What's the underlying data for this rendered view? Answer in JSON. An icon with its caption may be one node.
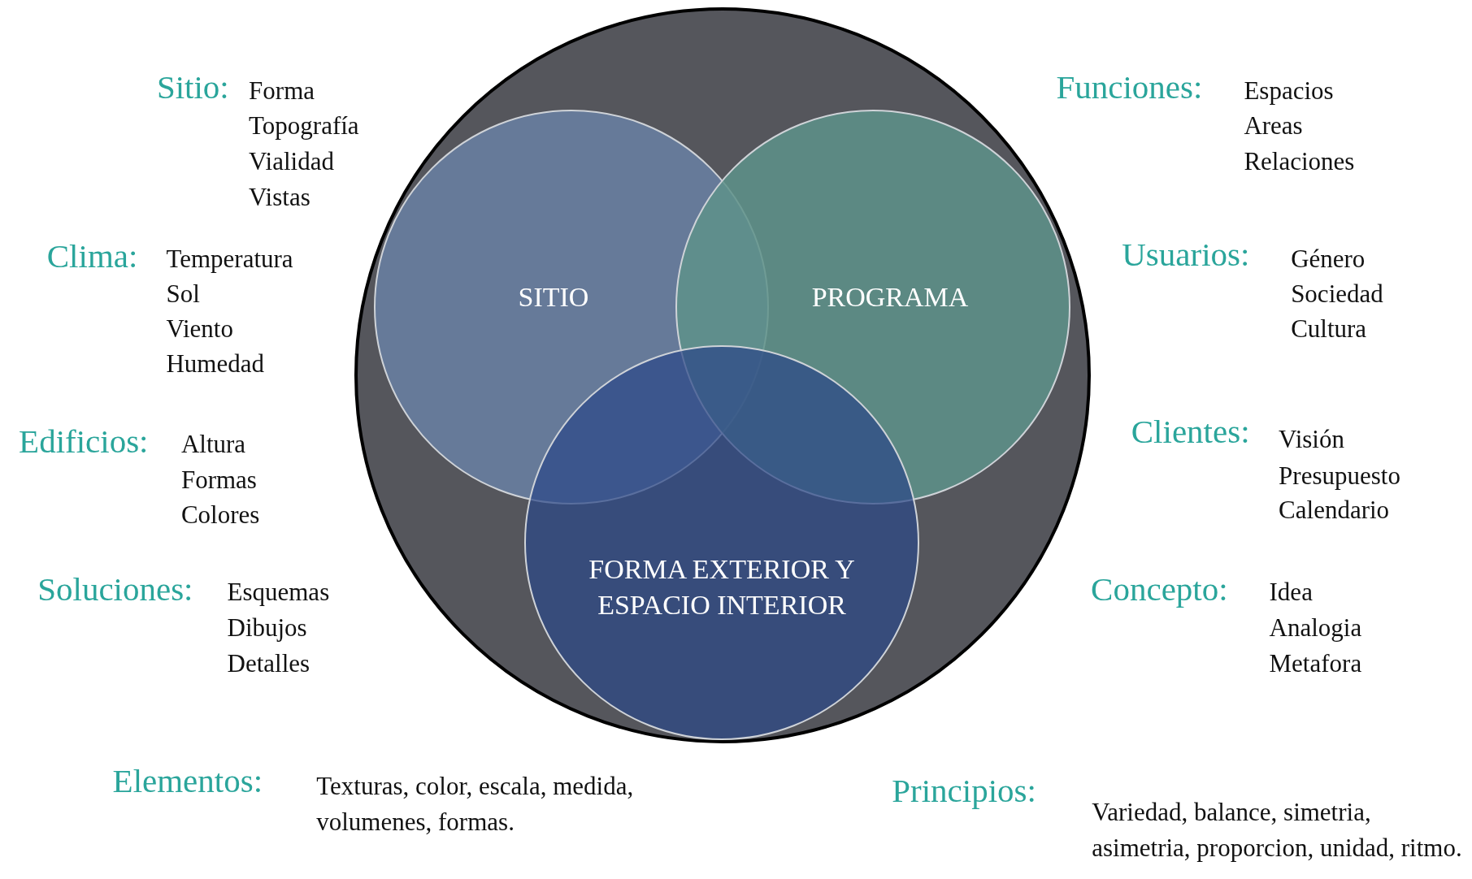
{
  "diagram": {
    "nodes": [
      {
        "text": [],
        "shape": "circle"
      },
      {
        "text": [
          "SITIO"
        ],
        "in": 0
      },
      {
        "text": [
          "PROGRAMA"
        ],
        "in": 0
      },
      {
        "text": [
          "FORMA EXTERIOR Y ESPACIO INTERIOR"
        ],
        "in": 0
      }
    ],
    "labels": [
      "Sitio:",
      "Forma",
      "Topografía",
      "Vialidad",
      "Vistas",
      "Funciones:",
      "Espacios",
      "Areas",
      "Relaciones",
      "Clima:",
      "Temperatura",
      "Sol",
      "Viento",
      "Humedad",
      "Usuarios:",
      "Género",
      "Sociedad",
      "Cultura",
      "Edificios:",
      "Altura",
      "Formas",
      "Colores",
      "Clientes:",
      "Visión",
      "Presupuesto",
      "Calendario",
      "Soluciones:",
      "Esquemas",
      "Dibujos",
      "Detalles",
      "Concepto:",
      "Idea",
      "Analogia",
      "Metafora",
      "Elementos:",
      "Texturas, color, escala, medida, volumenes, formas.",
      "Principios:",
      "Variedad, balance, simetria, asimetria, proporcion, unidad, ritmo."
    ]
  }
}
